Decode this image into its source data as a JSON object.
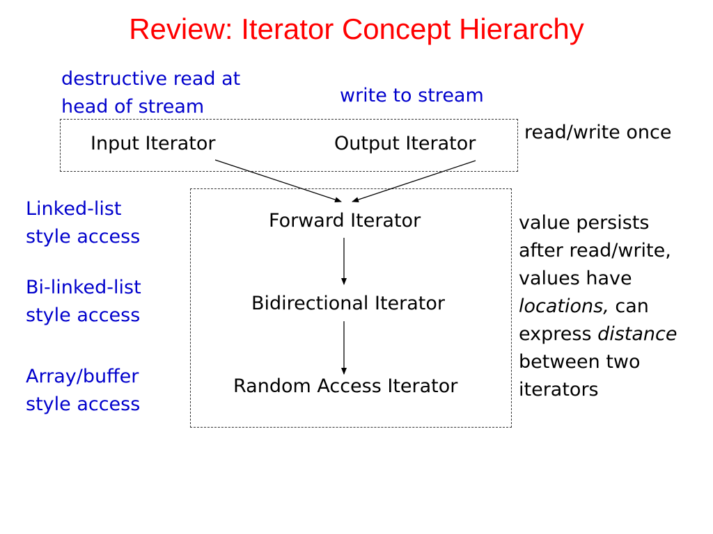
{
  "title": "Review: Iterator Concept Hierarchy",
  "annotations": {
    "destructive_read": "destructive read at\nhead of stream",
    "write_to_stream": "write to stream",
    "read_write_once": "read/write once",
    "linked_list": "Linked-list\nstyle access",
    "bi_linked_list": "Bi-linked-list\nstyle access",
    "array_buffer": "Array/buffer\nstyle access",
    "value_persists": {
      "line1": "value persists",
      "line2": "after read/write,",
      "line3": "values have",
      "line4_italic": "locations,",
      "line4_rest": " can",
      "line5_plain": "express ",
      "line5_italic": "distance",
      "line6": "between two",
      "line7": "iterators"
    }
  },
  "nodes": {
    "input": "Input Iterator",
    "output": "Output Iterator",
    "forward": "Forward Iterator",
    "bidirectional": "Bidirectional Iterator",
    "random_access": "Random Access Iterator"
  },
  "colors": {
    "title": "#ff0000",
    "annotation": "#0000cc",
    "text": "#000000"
  }
}
